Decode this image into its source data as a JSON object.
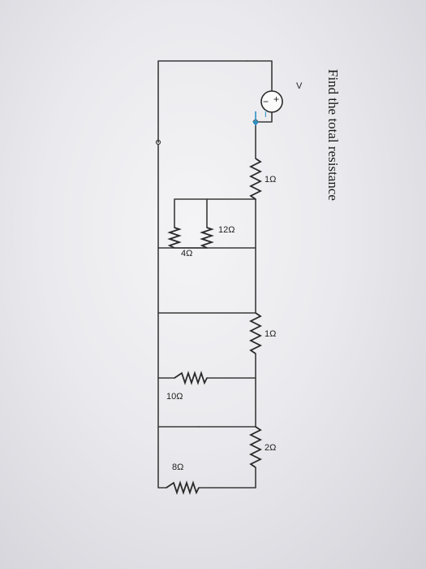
{
  "question": "Find the total resistance",
  "source": {
    "label": "V",
    "plus": "+",
    "minus": "−"
  },
  "current_label": "i",
  "resistors": {
    "r1": "1Ω",
    "r12": "12Ω",
    "r4": "4Ω",
    "r1b": "1Ω",
    "r10": "10Ω",
    "r2": "2Ω",
    "r8": "8Ω"
  },
  "colors": {
    "wire": "#3a3a3a",
    "current": "#2a8fc4"
  }
}
